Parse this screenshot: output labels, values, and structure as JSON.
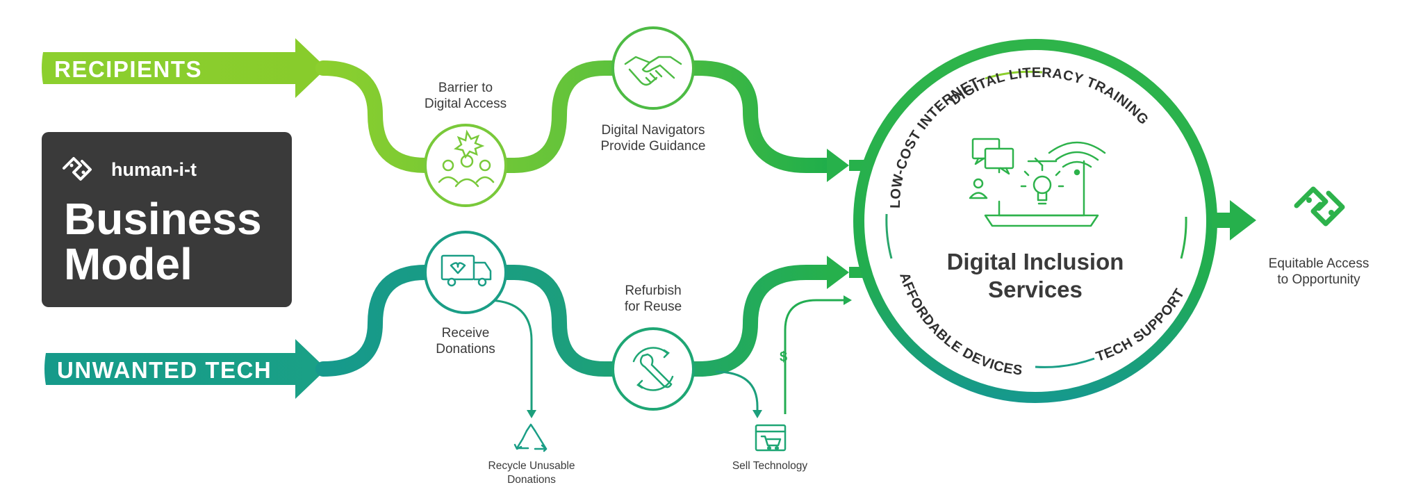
{
  "brand": {
    "logo_text": "human-i-t",
    "title_line1": "Business",
    "title_line2": "Model"
  },
  "inputs": {
    "recipients": "RECIPIENTS",
    "unwanted_tech": "UNWANTED TECH"
  },
  "steps": {
    "barrier": {
      "line1": "Barrier to",
      "line2": "Digital Access"
    },
    "navigators": {
      "line1": "Digital Navigators",
      "line2": "Provide Guidance"
    },
    "receive": {
      "line1": "Receive",
      "line2": "Donations"
    },
    "refurbish": {
      "line1": "Refurbish",
      "line2": "for Reuse"
    },
    "recycle": {
      "line1": "Recycle Unusable",
      "line2": "Donations"
    },
    "sell": {
      "line1": "Sell Technology"
    },
    "dollar": "$"
  },
  "services": {
    "title_line1": "Digital Inclusion",
    "title_line2": "Services",
    "ring": {
      "low_cost_internet": "LOW-COST INTERNET",
      "digital_literacy": "DIGITAL LITERACY TRAINING",
      "affordable_devices": "AFFORDABLE DEVICES",
      "tech_support": "TECH SUPPORT"
    }
  },
  "outcome": {
    "line1": "Equitable Access",
    "line2": "to Opportunity"
  },
  "colors": {
    "lime": "#8ccf2e",
    "green": "#3fb64a",
    "teal": "#19a08a",
    "dark_box": "#3a3a3a",
    "text": "#3a3a3a"
  },
  "icons": [
    "people-alert-icon",
    "handshake-icon",
    "delivery-truck-icon",
    "wrench-gear-icon",
    "recycle-icon",
    "web-shop-cart-icon",
    "laptop-idea-icon",
    "human-i-t-logo-icon"
  ]
}
